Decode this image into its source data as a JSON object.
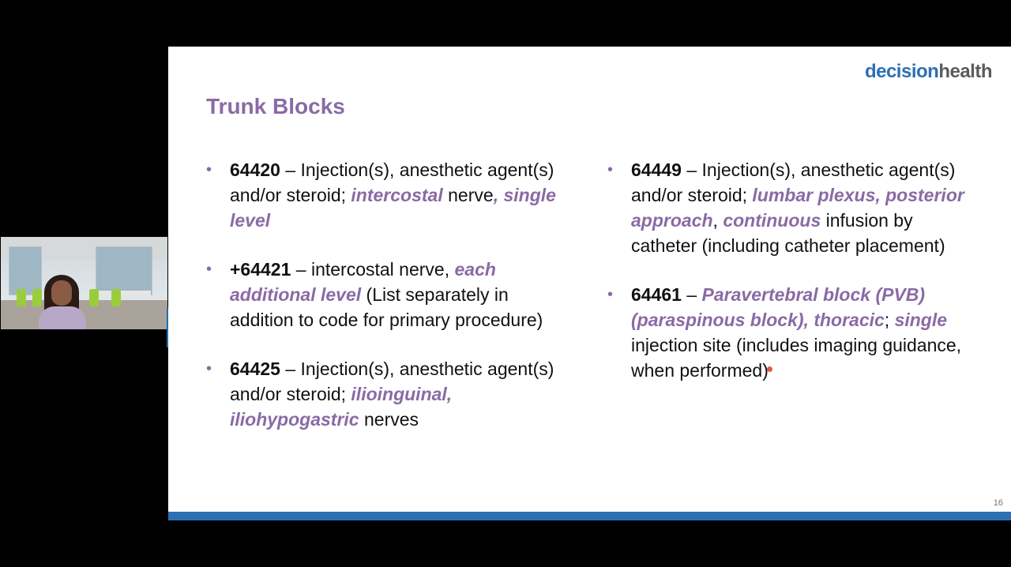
{
  "slide": {
    "logo": {
      "part1": "decision",
      "part2": "health"
    },
    "title": "Trunk Blocks",
    "page_number": "16",
    "left_items": [
      {
        "code": "64420",
        "t1": " – Injection(s), anesthetic agent(s) and/or steroid; ",
        "e1": "intercostal",
        "t2": " nerve",
        "e2": ", single level",
        "t3": ""
      },
      {
        "code": "+64421",
        "t1": " – intercostal nerve, ",
        "e1": "each additional level",
        "t2": " (List separately in addition to code for primary procedure)",
        "e2": "",
        "t3": ""
      },
      {
        "code": "64425",
        "t1": " – Injection(s), anesthetic agent(s) and/or steroid; ",
        "e1": "ilioinguinal, iliohypogastric",
        "t2": " nerves",
        "e2": "",
        "t3": ""
      }
    ],
    "right_items": [
      {
        "code": "64449",
        "t1": " – Injection(s), anesthetic agent(s) and/or steroid; ",
        "e1": "lumbar plexus, posterior approach",
        "t2": ", ",
        "e2": "continuous",
        "t3": " infusion by catheter (including catheter placement)"
      },
      {
        "code": "64461",
        "t1": " – ",
        "e1": "Paravertebral block (PVB) (paraspinous block), thoracic",
        "t2": "; ",
        "e2": "single",
        "t3": " injection site (includes imaging guidance, when performed)"
      }
    ]
  },
  "colors": {
    "accent": "#8a6aa5",
    "brand_blue": "#2d6fb3"
  }
}
